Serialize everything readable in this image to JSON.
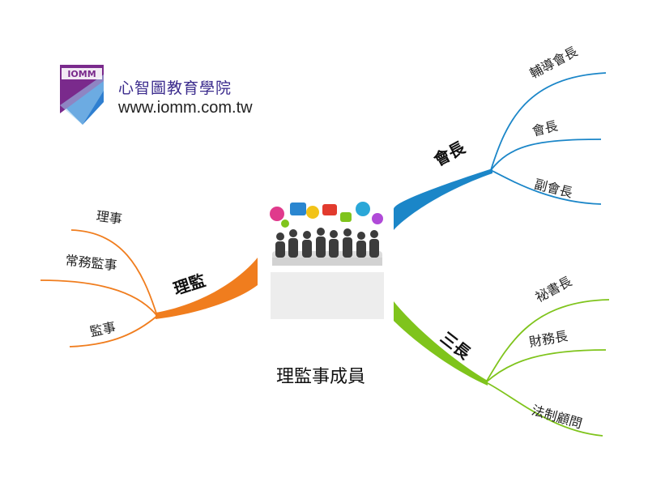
{
  "brand": {
    "logo_text": "IOMM",
    "name": "心智圖教育學院",
    "url": "www.iomm.com.tw"
  },
  "center": {
    "title": "理監事成員"
  },
  "branches": {
    "huizhang": {
      "label": "會長",
      "color": "#1b86c8",
      "children": [
        "輔導會長",
        "會長",
        "副會長"
      ]
    },
    "sanzhang": {
      "label": "三長",
      "color": "#7fc41c",
      "children": [
        "祕書長",
        "財務長",
        "法制顧問"
      ]
    },
    "lijian": {
      "label": "理監",
      "color": "#f07d1e",
      "children": [
        "理事",
        "常務監事",
        "監事"
      ]
    }
  },
  "colors": {
    "logo_purple": "#7a2a8c",
    "logo_blue": "#2f7fd0"
  }
}
